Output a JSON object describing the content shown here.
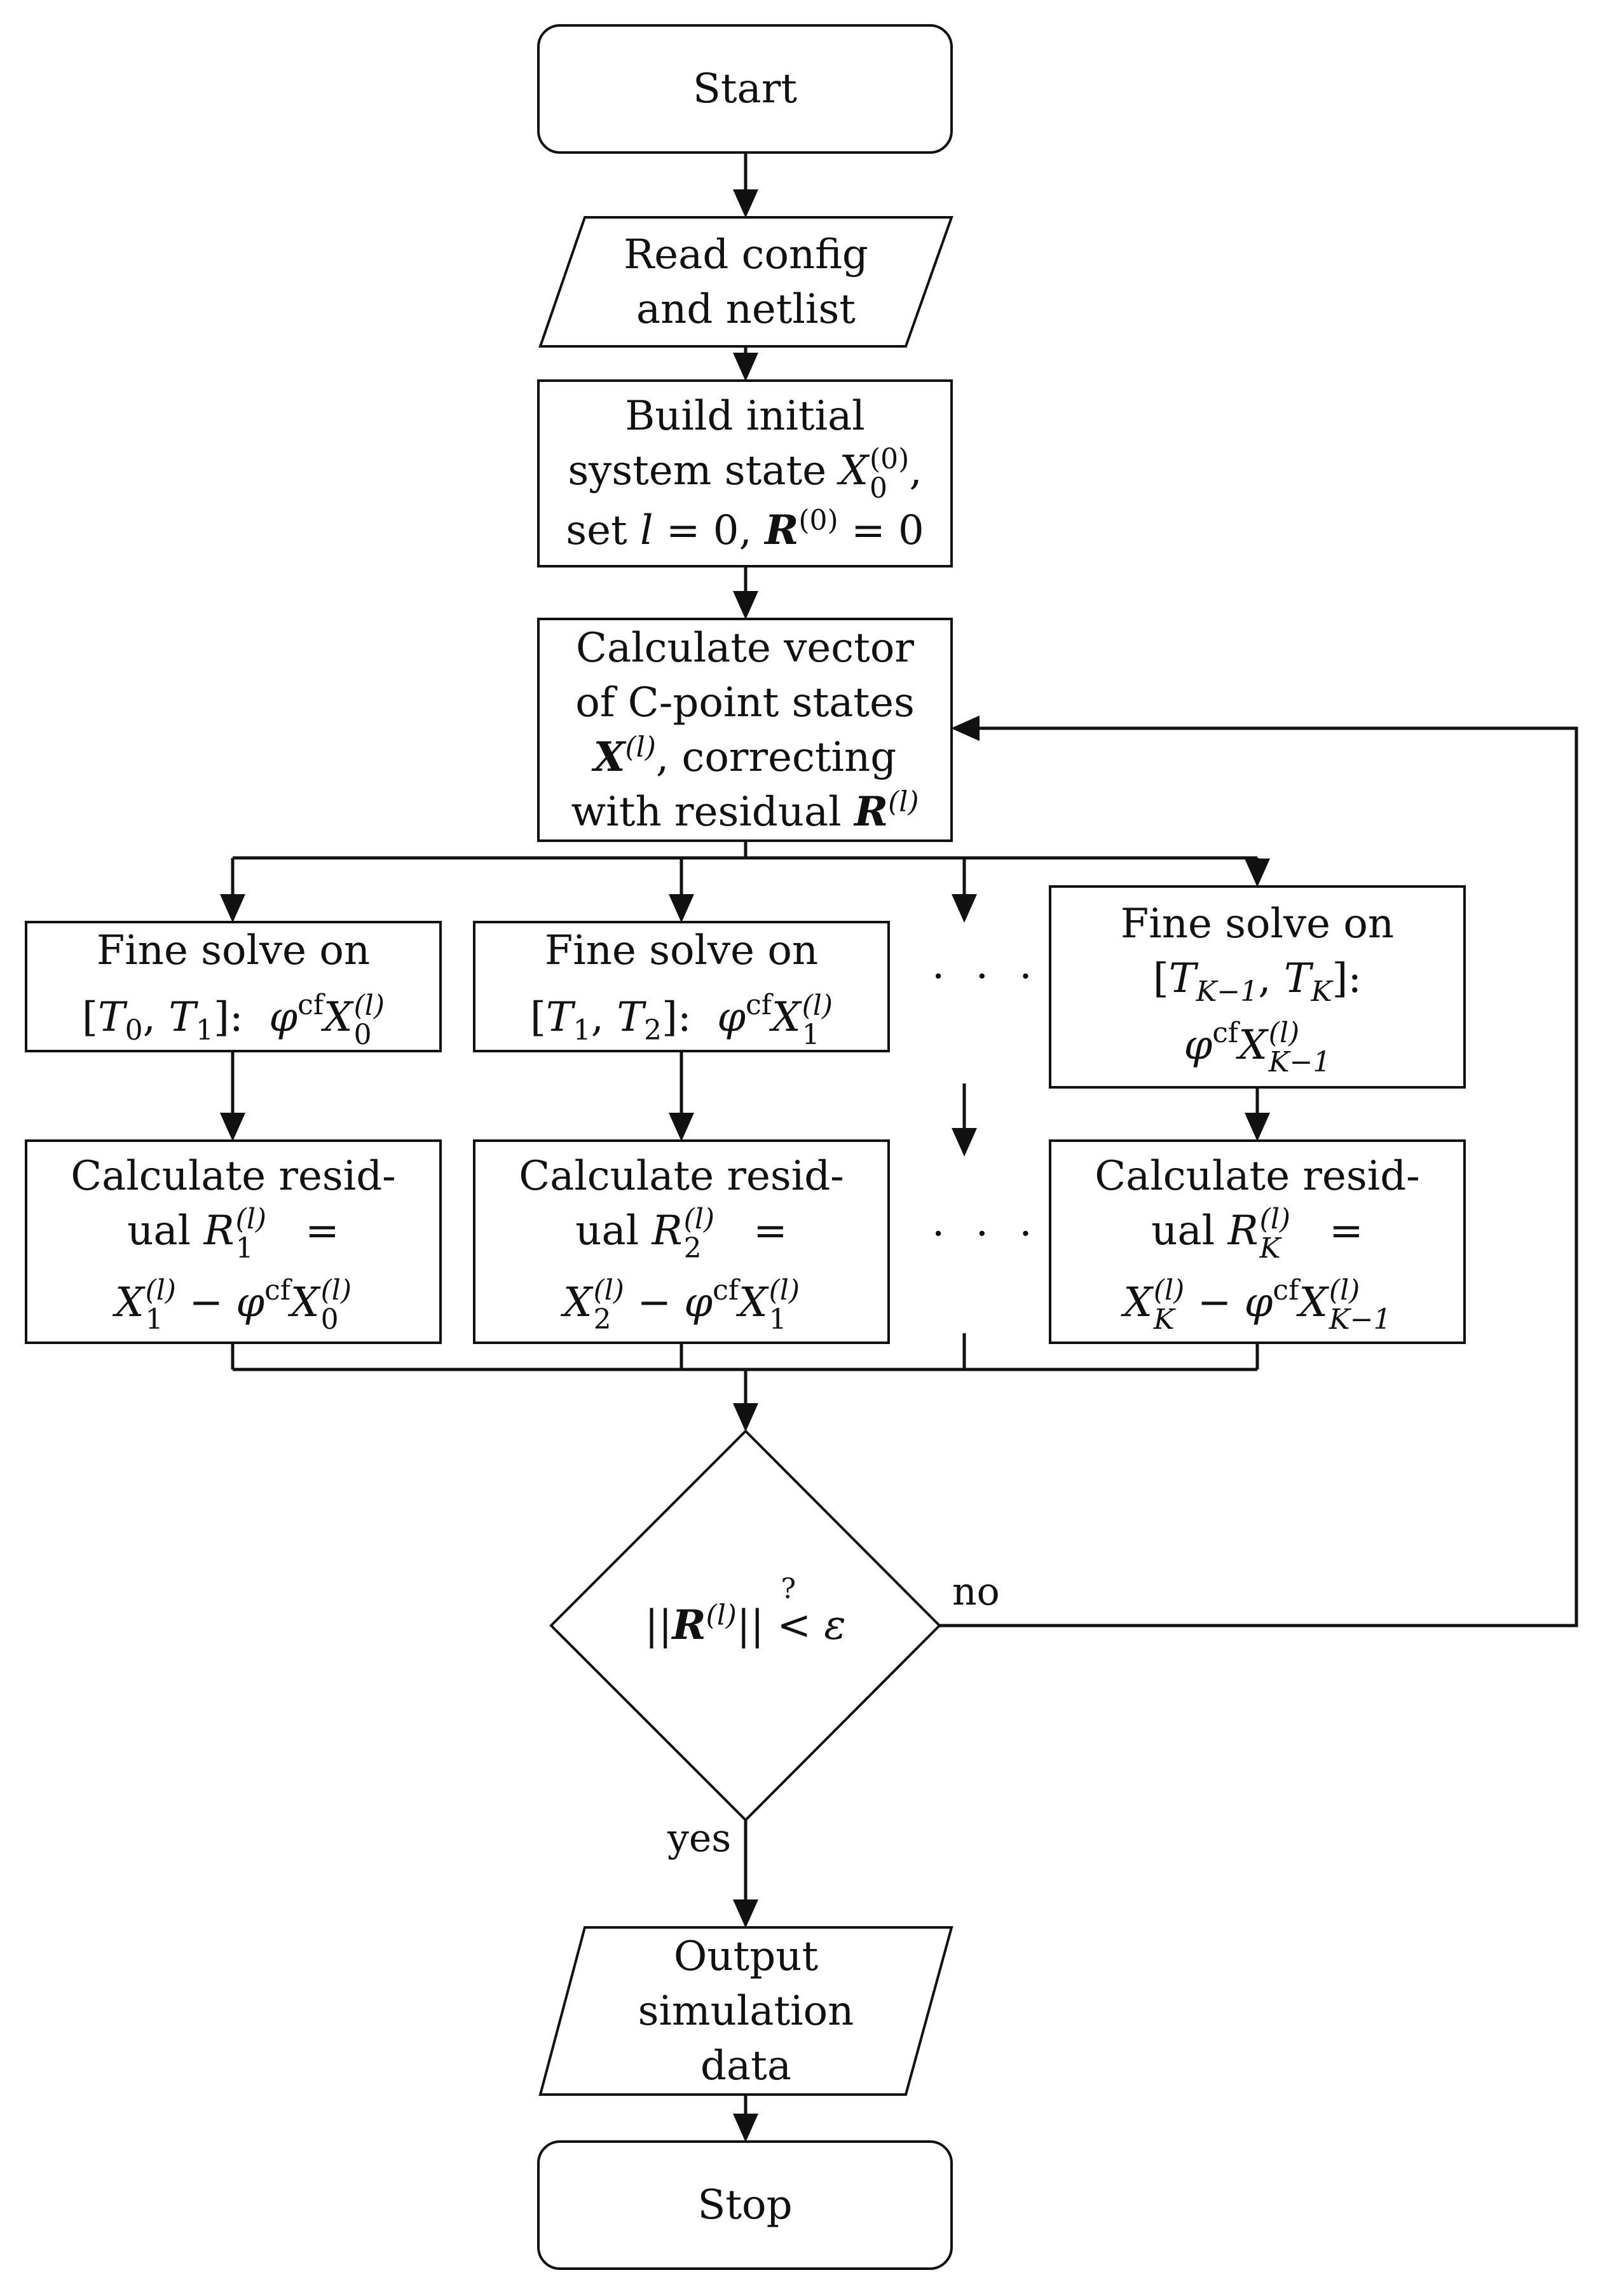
{
  "start": "Start",
  "read": [
    "Read config",
    "and netlist"
  ],
  "build": {
    "l1": "Build initial",
    "l2_text": "system state ",
    "l2_var": "X",
    "l2_sup": "(0)",
    "l2_sub": "0",
    "l2_end": ",",
    "l3_a": "set ",
    "l3_l": "l",
    "l3_b": " = 0, ",
    "l3_R": "R",
    "l3_sup": "(0)",
    "l3_c": " = 0"
  },
  "calc_vector": {
    "l1": "Calculate vector",
    "l2": "of C-point states",
    "l3_X": "X",
    "l3_sup": "(l)",
    "l3_text": ", correcting",
    "l4_text": "with residual ",
    "l4_R": "R",
    "l4_sup": "(l)"
  },
  "fine": [
    {
      "l1": "Fine solve on",
      "interval": "[T0, T1]:",
      "int_a": "T",
      "int_a_sub": "0",
      "int_b": "T",
      "int_b_sub": "1",
      "phi": "φ",
      "cf": "cf",
      "X": "X",
      "sup": "(l)",
      "sub": "0"
    },
    {
      "l1": "Fine solve on",
      "interval": "[T1, T2]:",
      "int_a": "T",
      "int_a_sub": "1",
      "int_b": "T",
      "int_b_sub": "2",
      "phi": "φ",
      "cf": "cf",
      "X": "X",
      "sup": "(l)",
      "sub": "1"
    },
    {
      "l1": "Fine solve on",
      "interval": "[TK−1, TK]:",
      "int_a": "T",
      "int_a_sub": "K−1",
      "int_b": "T",
      "int_b_sub": "K",
      "phi": "φ",
      "cf": "cf",
      "X": "X",
      "sup": "(l)",
      "sub": "K−1"
    }
  ],
  "residual": [
    {
      "l1": "Calculate resid-",
      "l2_a": "ual ",
      "R": "R",
      "R_sup": "(l)",
      "R_sub": "1",
      "eq": "=",
      "X": "X",
      "X_sup": "(l)",
      "X_sub": "1",
      "minus": " − ",
      "phi": "φ",
      "cf": "cf",
      "X2": "X",
      "X2_sup": "(l)",
      "X2_sub": "0"
    },
    {
      "l1": "Calculate resid-",
      "l2_a": "ual ",
      "R": "R",
      "R_sup": "(l)",
      "R_sub": "2",
      "eq": "=",
      "X": "X",
      "X_sup": "(l)",
      "X_sub": "2",
      "minus": " − ",
      "phi": "φ",
      "cf": "cf",
      "X2": "X",
      "X2_sup": "(l)",
      "X2_sub": "1"
    },
    {
      "l1": "Calculate resid-",
      "l2_a": "ual ",
      "R": "R",
      "R_sup": "(l)",
      "R_sub": "K",
      "eq": "=",
      "X": "X",
      "X_sup": "(l)",
      "X_sub": "K",
      "minus": " − ",
      "phi": "φ",
      "cf": "cf",
      "X2": "X",
      "X2_sup": "(l)",
      "X2_sub": "K−1"
    }
  ],
  "ellipsis": "· · ·",
  "decision": {
    "open": "||",
    "R": "R",
    "sup": "(l)",
    "close": "|| ",
    "q": "?",
    "lt": "<",
    "eps": " ε"
  },
  "no_label": "no",
  "yes_label": "yes",
  "output": [
    "Output",
    "simulation",
    "data"
  ],
  "stop": "Stop"
}
